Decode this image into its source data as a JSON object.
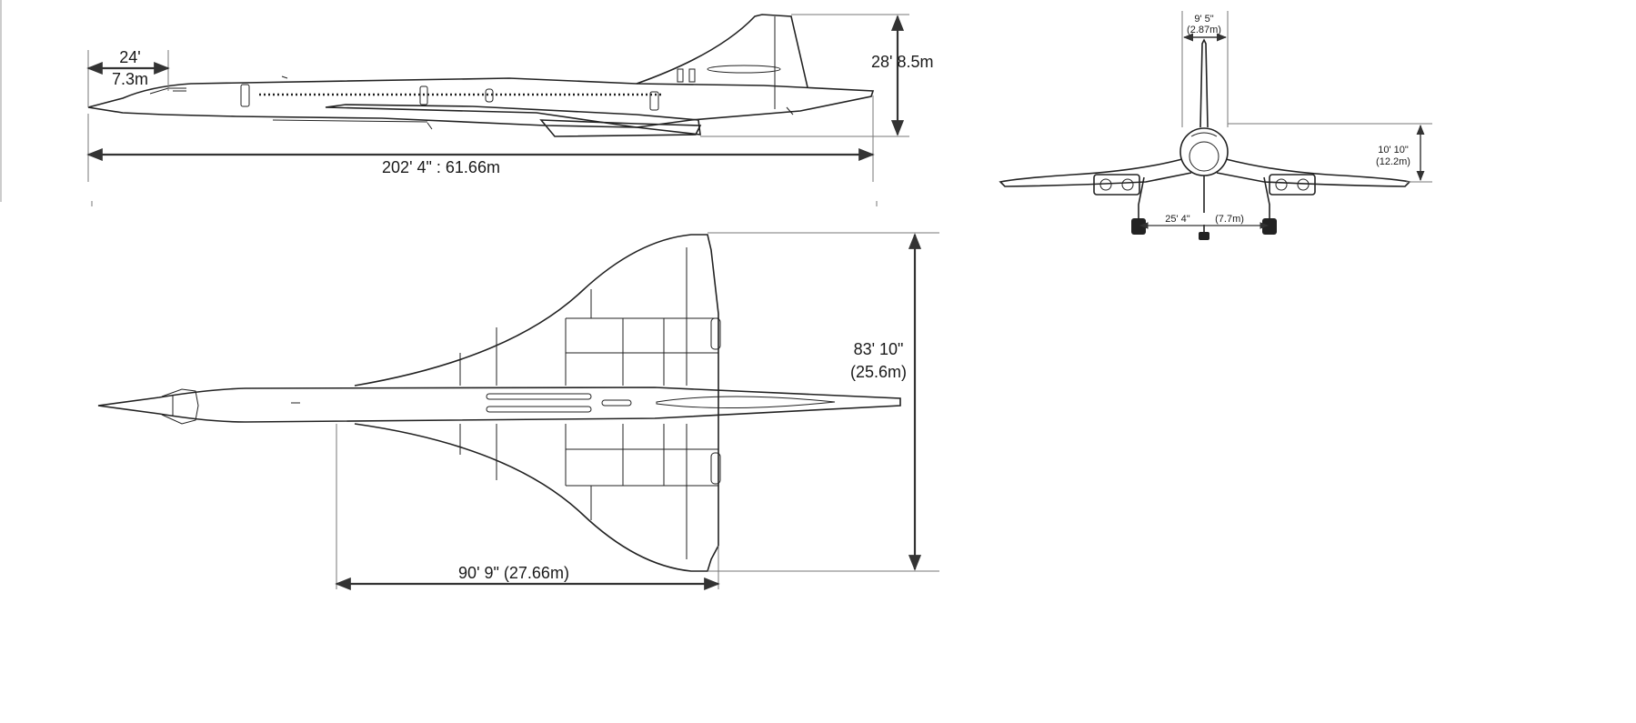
{
  "side_view": {
    "nose_length_ft": "24'",
    "nose_length_m": "7.3m",
    "height": "28' 8.5m",
    "overall_length": "202' 4\" : 61.66m"
  },
  "plan_view": {
    "wingspan_ft": "83' 10\"",
    "wingspan_m": "(25.6m)",
    "wing_root_chord": "90' 9\"  (27.66m)"
  },
  "front_view": {
    "fin_width_ft": "9' 5\"",
    "fin_width_m": "(2.87m)",
    "gear_height_ft": "10' 10\"",
    "gear_height_m": "(12.2m)",
    "track_ft": "25' 4\"",
    "track_m": "(7.7m)"
  }
}
